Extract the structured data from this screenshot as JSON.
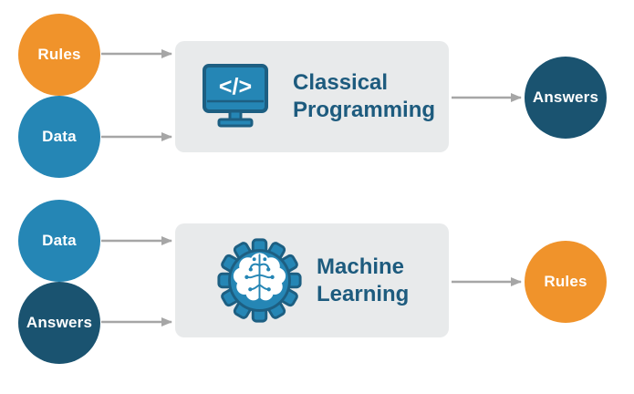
{
  "diagram": {
    "colors": {
      "orange": "#F0932B",
      "blue": "#2586B5",
      "navy": "#1A5370",
      "title_text": "#1D5B7E",
      "box_background": "#E8EAEB",
      "arrow": "#A6A6A6",
      "icon_outline": "#1D5F82",
      "icon_fill": "#2586B5"
    },
    "rows": [
      {
        "inputs": [
          {
            "label": "Rules",
            "color": "#F0932B"
          },
          {
            "label": "Data",
            "color": "#2586B5"
          }
        ],
        "process": {
          "title": "Classical Programming",
          "icon": "code-monitor-icon",
          "icon_glyph": "</>"
        },
        "output": {
          "label": "Answers",
          "color": "#1A5370"
        }
      },
      {
        "inputs": [
          {
            "label": "Data",
            "color": "#2586B5"
          },
          {
            "label": "Answers",
            "color": "#1A5370"
          }
        ],
        "process": {
          "title": "Machine Learning",
          "icon": "gear-brain-icon",
          "icon_glyph": ""
        },
        "output": {
          "label": "Rules",
          "color": "#F0932B"
        }
      }
    ]
  }
}
